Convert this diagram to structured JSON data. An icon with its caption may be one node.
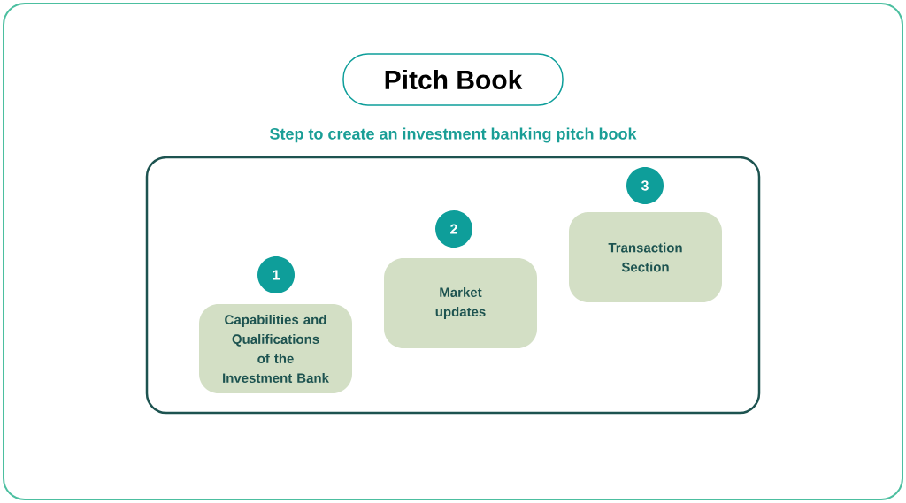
{
  "diagram": {
    "title": "Pitch Book",
    "nodes": [
      {
        "text": [],
        "shape": "box"
      },
      {
        "text": [
          "1"
        ],
        "in": 0
      },
      {
        "text": [
          "Capabilities and Qualifications of the Investment Bank"
        ],
        "in": 0
      },
      {
        "text": [
          "2"
        ],
        "in": 0
      },
      {
        "text": [
          "Market updates"
        ],
        "in": 0
      },
      {
        "text": [
          "3"
        ],
        "in": 0
      },
      {
        "text": [
          "Transaction Section"
        ],
        "in": 0
      }
    ],
    "labels": [
      "Step to create an investment banking pitch book"
    ]
  }
}
